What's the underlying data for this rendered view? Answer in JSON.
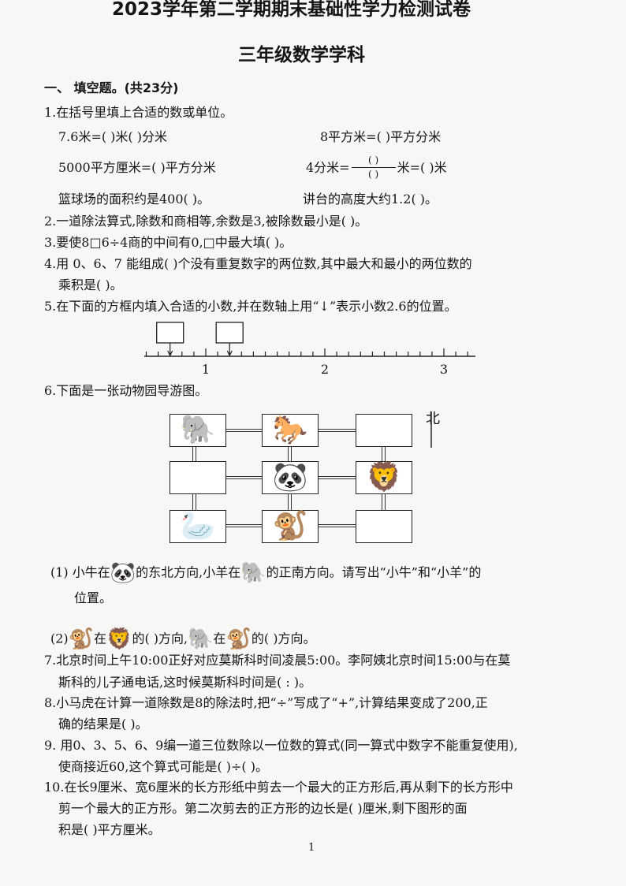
{
  "header": {
    "title": "2023学年第二学期期末基础性学力检测试卷",
    "subtitle": "三年级数学学科"
  },
  "section1": {
    "heading": "一、 填空题。(共23分)"
  },
  "q1": {
    "stem": "1.在括号里填上合适的数或单位。",
    "line_a1": "7.6米=(        )米(        )分米",
    "line_a2": "8平方米=(        )平方分米",
    "line_b1": "5000平方厘米=(        )平方分米",
    "line_b2_pre": "4分米=",
    "frac_num": "(      )",
    "frac_den": "(      )",
    "line_b2_post": "米=(        )米",
    "line_c1": "篮球场的面积约是400(        )。",
    "line_c2": "讲台的高度大约1.2(        )。"
  },
  "q2": "2.一道除法算式,除数和商相等,余数是3,被除数最小是(        )。",
  "q3": "3.要使8□6÷4商的中间有0,□中最大填(        )。",
  "q4_line1": "4.用 0、6、7 能组成(        )个没有重复数字的两位数,其中最大和最小的两位数的",
  "q4_line2": "乘积是(        )。",
  "q5": "5.在下面的方框内填入合适的小数,并在数轴上用“↓”表示小数2.6的位置。",
  "number_line": {
    "labels": [
      "1",
      "2",
      "3"
    ],
    "min": 0.5,
    "max": 3.3,
    "tick_step": 0.1,
    "boxes_at": [
      0.7,
      1.2
    ]
  },
  "q6": "6.下面是一张动物园导游图。",
  "zoo_map": {
    "north_label": "北",
    "cells": [
      {
        "row": 0,
        "col": 0,
        "icon": "elephant-icon",
        "glyph": "🐘"
      },
      {
        "row": 0,
        "col": 1,
        "icon": "horse-icon",
        "glyph": "🐎"
      },
      {
        "row": 0,
        "col": 2,
        "icon": "",
        "glyph": ""
      },
      {
        "row": 1,
        "col": 0,
        "icon": "",
        "glyph": ""
      },
      {
        "row": 1,
        "col": 1,
        "icon": "panda-icon",
        "glyph": "🐼"
      },
      {
        "row": 1,
        "col": 2,
        "icon": "lion-icon",
        "glyph": "🦁"
      },
      {
        "row": 2,
        "col": 0,
        "icon": "swan-icon",
        "glyph": "🦢"
      },
      {
        "row": 2,
        "col": 1,
        "icon": "monkey-icon",
        "glyph": "🐒"
      },
      {
        "row": 2,
        "col": 2,
        "icon": "",
        "glyph": ""
      }
    ]
  },
  "q6_1": {
    "pre": "(1) 小牛在",
    "mid": "的东北方向,小羊在",
    "post": "的正南方向。请写出“小牛”和“小羊”的",
    "line2": "位置。"
  },
  "q6_2": {
    "pre": "(2)",
    "zai1": "在",
    "de1": "的(        )方向,",
    "zai2": "在",
    "de2": "的(        )方向。"
  },
  "q7_line1": "7.北京时间上午10:00正好对应莫斯科时间凌晨5:00。李阿姨北京时间15:00与在莫",
  "q7_line2": "斯科的儿子通电话,这时候莫斯科时间是(    :    )。",
  "q8_line1": "8.小马虎在计算一道除数是8的除法时,把“÷”写成了“+”,计算结果变成了200,正",
  "q8_line2": "确的结果是(        )。",
  "q9_line1": "9. 用0、3、5、6、9编一道三位数除以一位数的算式(同一算式中数字不能重复使用),",
  "q9_line2": "使商接近60,这个算式可能是(        )÷(        )。",
  "q10_line1": "10.在长9厘米、宽6厘米的长方形纸中剪去一个最大的正方形后,再从剩下的长方形中",
  "q10_line2": "剪一个最大的正方形。第二次剪去的正方形的边长是(        )厘米,剩下图形的面",
  "q10_line3": "积是(        )平方厘米。",
  "footer": {
    "page_number": "1"
  }
}
